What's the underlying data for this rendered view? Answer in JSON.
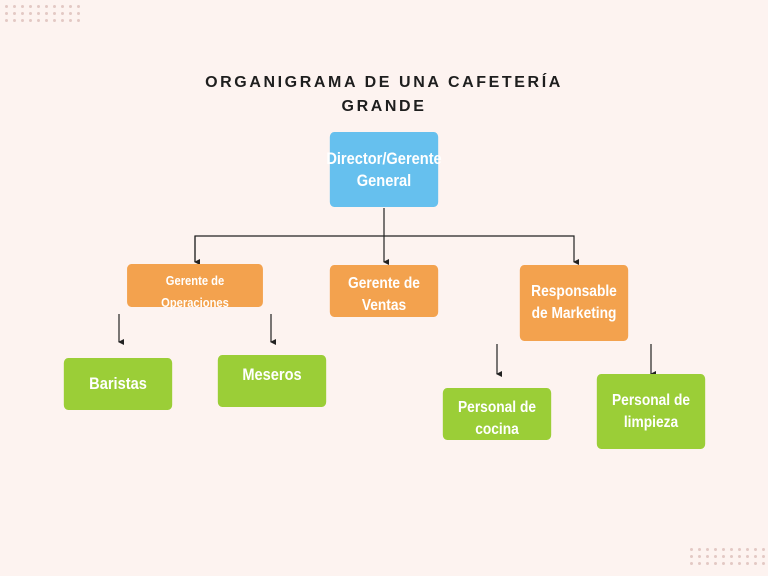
{
  "title": {
    "line1": "ORGANIGRAMA DE UNA CAFETERÍA",
    "line2": "GRANDE"
  },
  "nodes": {
    "director": "Director/Gerente General",
    "gerente_operaciones": "Gerente de Operaciones",
    "gerente_ventas": "Gerente de Ventas",
    "responsable_marketing": "Responsable de Marketing",
    "baristas": "Baristas",
    "meseros": "Meseros",
    "personal_cocina": "Personal de cocina",
    "personal_limpieza": "Personal de limpieza"
  },
  "colors": {
    "top_level": "#66c0ee",
    "middle_level": "#f3a24e",
    "bottom_level": "#9bce37",
    "background": "#fdf3f0"
  }
}
